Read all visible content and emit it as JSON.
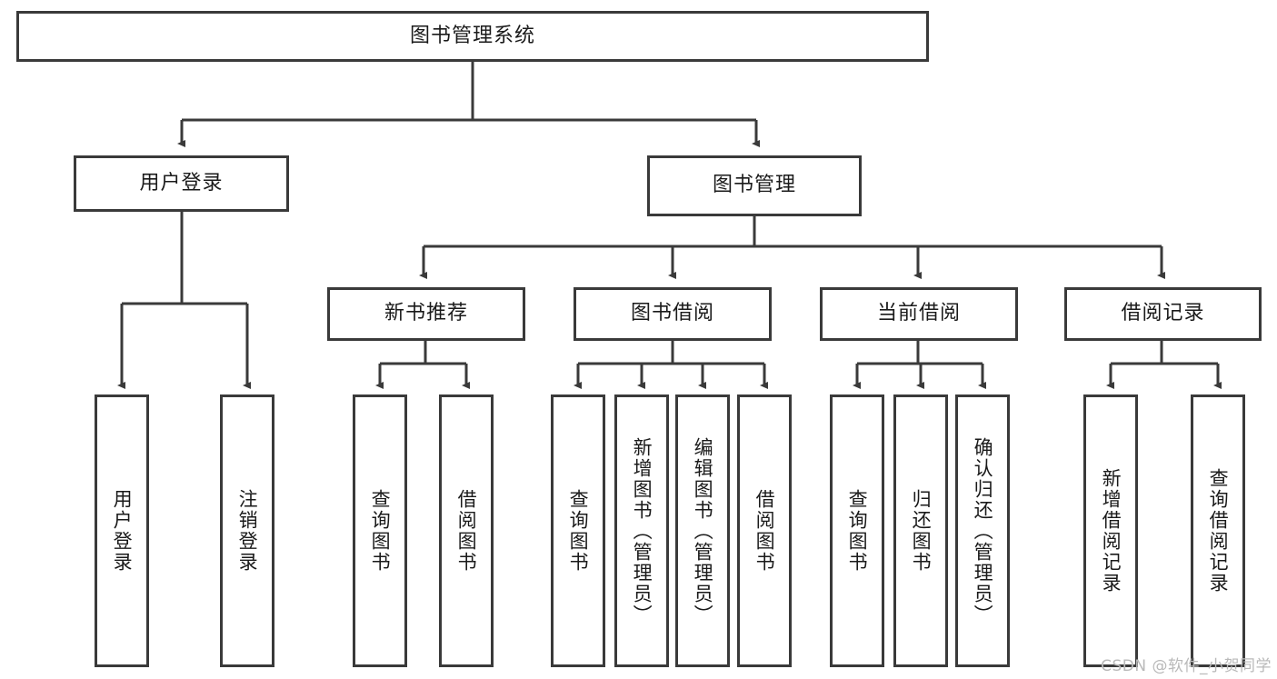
{
  "diagram": {
    "title": "图书管理系统",
    "style": {
      "stroke": "#3a3a3a",
      "background": "#ffffff",
      "text": "#1a1a1a"
    },
    "root": {
      "label": "图书管理系统"
    },
    "level1": [
      {
        "label": "用户登录"
      },
      {
        "label": "图书管理"
      }
    ],
    "level2": [
      {
        "label": "新书推荐"
      },
      {
        "label": "图书借阅"
      },
      {
        "label": "当前借阅"
      },
      {
        "label": "借阅记录"
      }
    ],
    "leaves": {
      "user_login": [
        {
          "label": "用户登录"
        },
        {
          "label": "注销登录"
        }
      ],
      "new_book_recommend": [
        {
          "label": "查询图书"
        },
        {
          "label": "借阅图书"
        }
      ],
      "book_borrow": [
        {
          "label": "查询图书"
        },
        {
          "label": "新增图书（管理员）"
        },
        {
          "label": "编辑图书（管理员）"
        },
        {
          "label": "借阅图书"
        }
      ],
      "current_borrow": [
        {
          "label": "查询图书"
        },
        {
          "label": "归还图书"
        },
        {
          "label": "确认归还（管理员）"
        }
      ],
      "borrow_record": [
        {
          "label": "新增借阅记录"
        },
        {
          "label": "查询借阅记录"
        }
      ]
    }
  },
  "watermark": {
    "text": "CSDN @软件_小贺同学"
  }
}
